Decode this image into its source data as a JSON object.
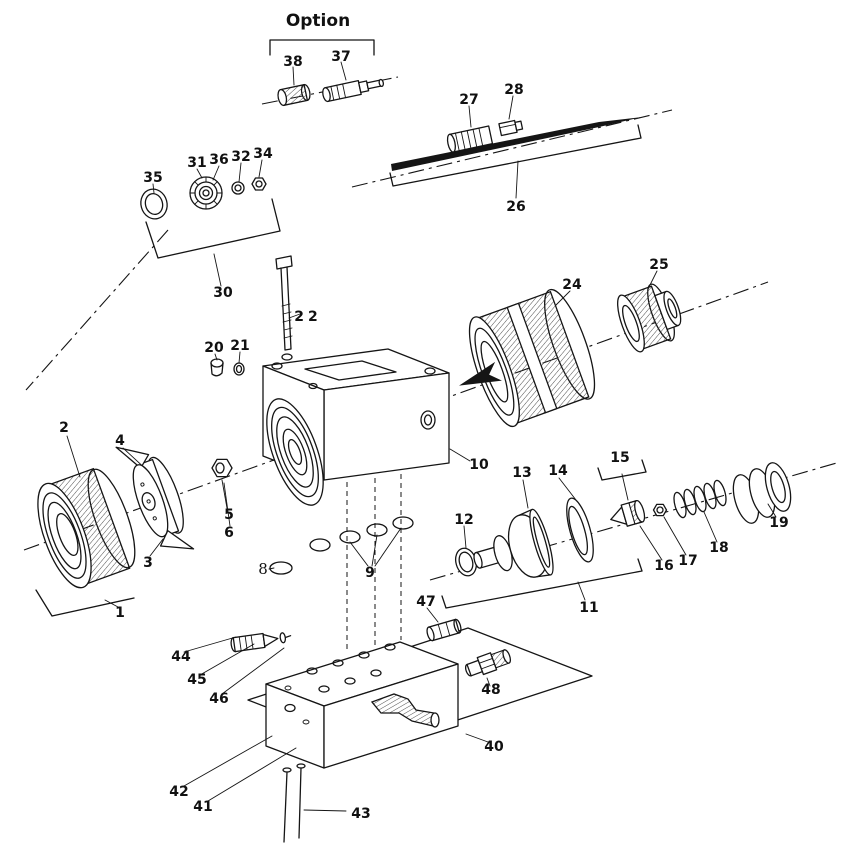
{
  "figure": {
    "kind": "exploded-parts-diagram",
    "colors": {
      "background": "#ffffff",
      "ink": "#151515"
    }
  },
  "option_label": "Option",
  "labels": {
    "n1": "1",
    "n2": "2",
    "n3": "3",
    "n4": "4",
    "n5": "5",
    "n6": "6",
    "n8": "8",
    "n9": "9",
    "n10": "10",
    "n11": "11",
    "n12": "12",
    "n13": "13",
    "n14": "14",
    "n15": "15",
    "n16": "16",
    "n17": "17",
    "n18": "18",
    "n19": "19",
    "n20": "20",
    "n21": "21",
    "n22": "22",
    "n24": "24",
    "n25": "25",
    "n26": "26",
    "n27": "27",
    "n28": "28",
    "n30": "30",
    "n31": "31",
    "n32": "32",
    "n34": "34",
    "n35": "35",
    "n36": "36",
    "n37": "37",
    "n38": "38",
    "n40": "40",
    "n41": "41",
    "n42": "42",
    "n43": "43",
    "n44": "44",
    "n45": "45",
    "n46": "46",
    "n47": "47",
    "n48": "48"
  }
}
